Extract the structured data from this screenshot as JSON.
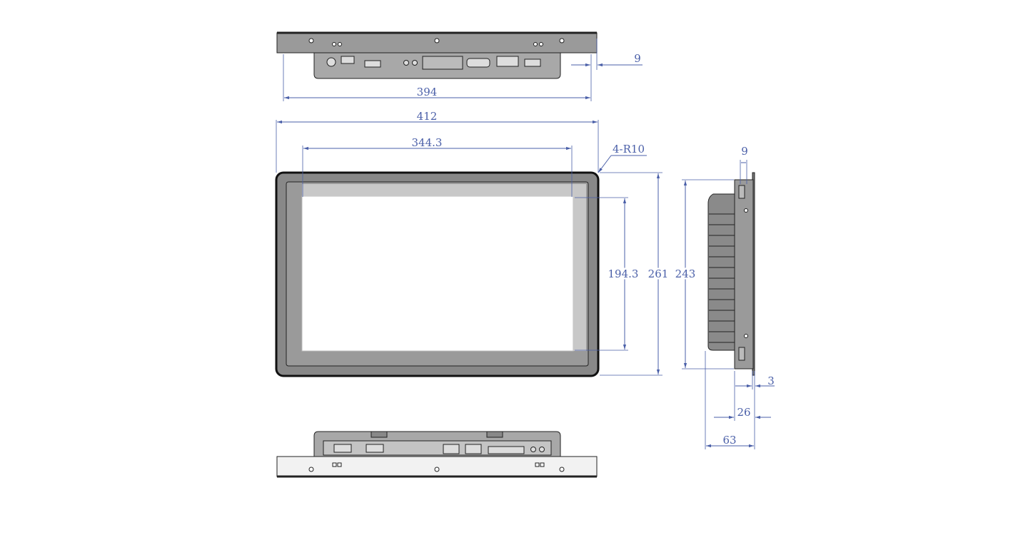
{
  "dimensions": {
    "top_depth": "9",
    "top_width": "394",
    "overall_width": "412",
    "display_width": "344.3",
    "corner_radius": "4-R10",
    "display_height": "194.3",
    "overall_height": "261",
    "cutout_height": "243",
    "side_flange": "9",
    "flange_thickness": "3",
    "body_offset": "26",
    "total_depth": "63"
  },
  "colors": {
    "dimension": "#4a5fa8",
    "bezel": "#888888",
    "panel": "#9a9a9a",
    "screen": "#ffffff",
    "screen_frame": "#cccccc"
  }
}
